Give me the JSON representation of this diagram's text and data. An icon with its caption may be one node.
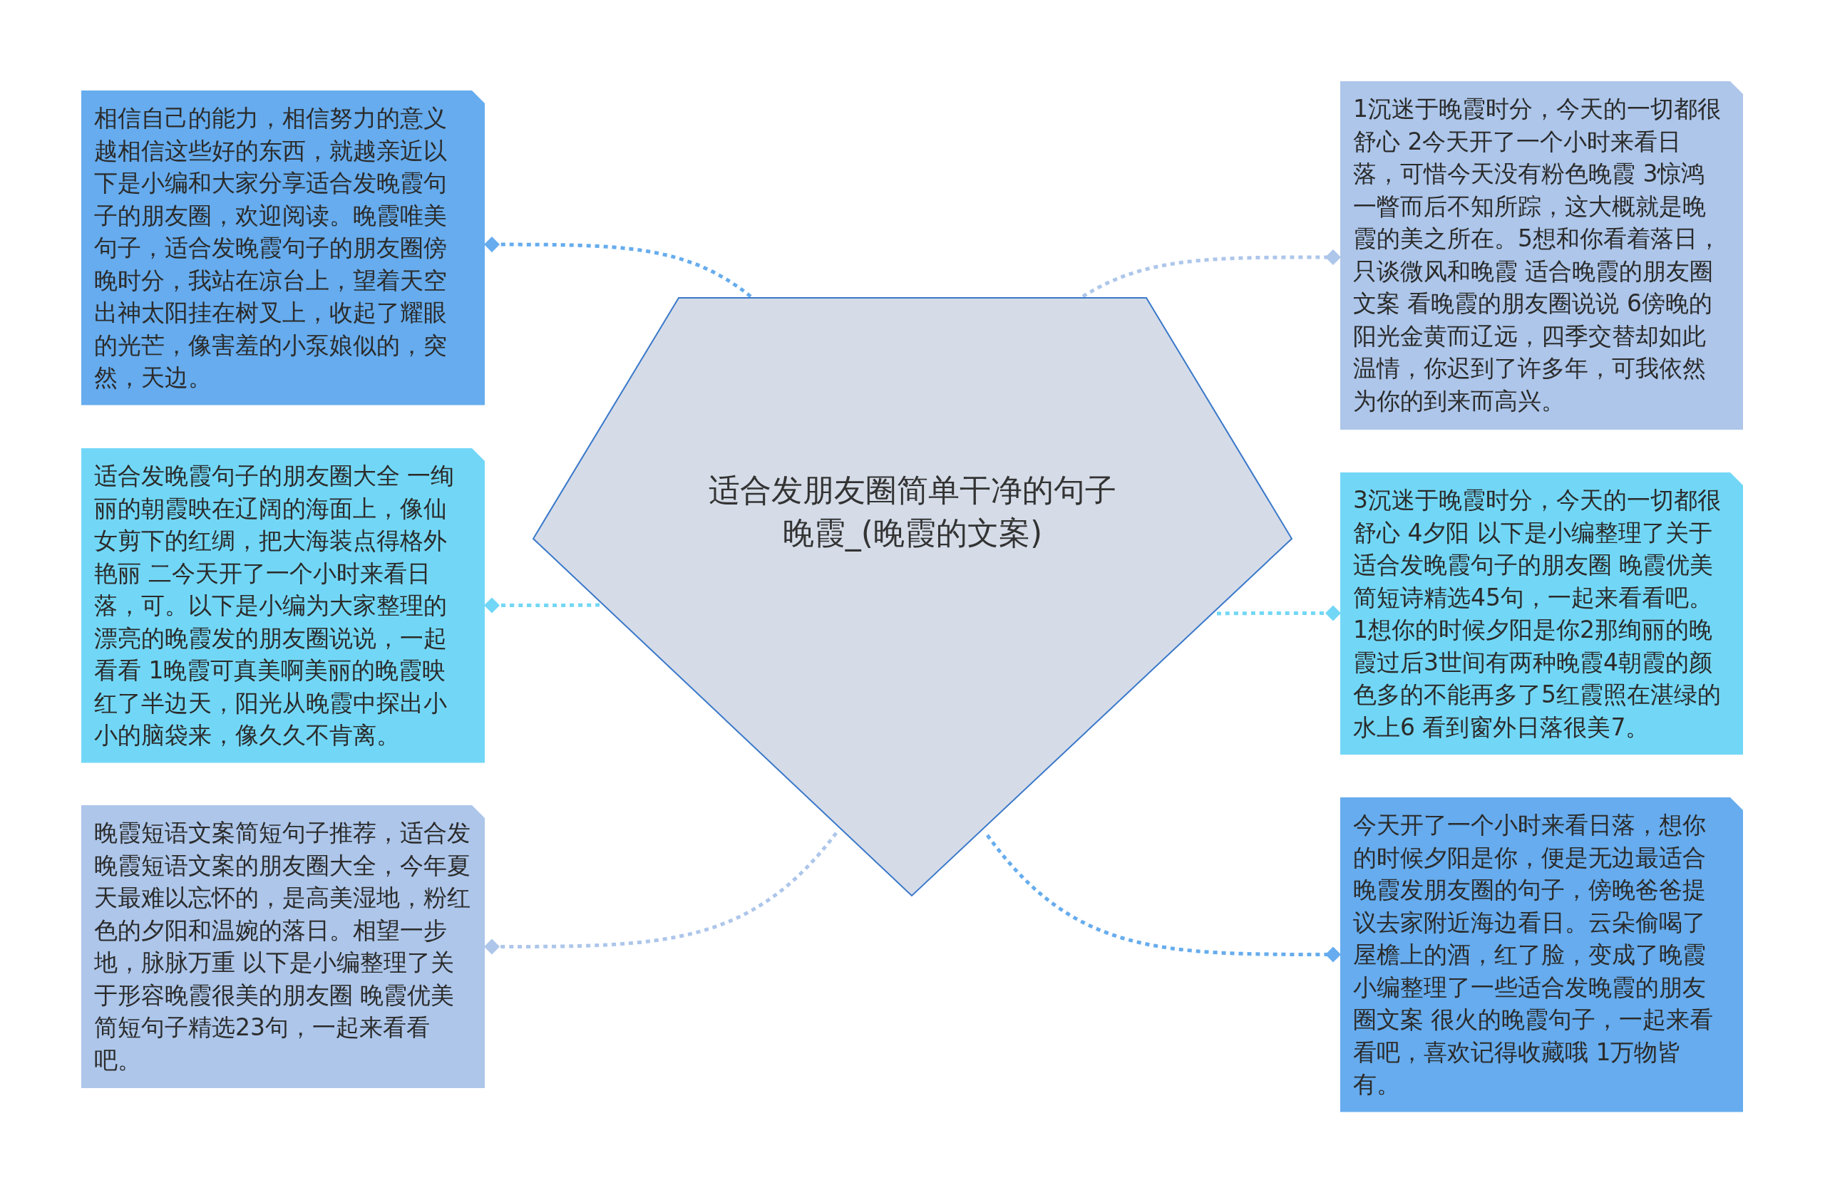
{
  "diagram": {
    "nodes": [
      {
        "text": [
          "适合发朋友圈简单干净的句子晚霞_(晚霞的文案)"
        ]
      },
      {
        "text": [
          "相信自己的能力，相信努力的意义越相信这些好的东西，就越亲近以下是小编和大家分享适合发晚霞句子的朋友圈，欢迎阅读。晚霞唯美句子，适合发晚霞句子的朋友圈傍晚时分，我站在凉台上，望着天空出神太阳挂在树叉上，收起了耀眼的光芒，像害羞的小泵娘似的，突然，天边。"
        ]
      },
      {
        "text": [
          "适合发晚霞句子的朋友圈大全 一绚丽的朝霞映在辽阔的海面上，像仙女剪下的红绸，把大海装点得格外艳丽 二今天开了一个小时来看日落，可。以下是小编为大家整理的漂亮的晚霞发的朋友圈说说，一起看看 1晚霞可真美啊美丽的晚霞映红了半边天，阳光从晚霞中探出小小的脑袋来，像久久不肯离。"
        ]
      },
      {
        "text": [
          "晚霞短语文案简短句子推荐，适合发晚霞短语文案的朋友圈大全，今年夏天最难以忘怀的，是高美湿地，粉红色的夕阳和温婉的落日。相望一步地，脉脉万重 以下是小编整理了关于形容晚霞很美的朋友圈 晚霞优美简短句子精选23句，一起来看看吧。"
        ]
      },
      {
        "text": [
          "1沉迷于晚霞时分，今天的一切都很舒心 2今天开了一个小时来看日落，可惜今天没有粉色晚霞 3惊鸿一瞥而后不知所踪，这大概就是晚霞的美之所在。5想和你看着落日，只谈微风和晚霞 适合晚霞的朋友圈文案 看晚霞的朋友圈说说 6傍晚的阳光金黄而辽远，四季交替却如此温情，你迟到了许多年，可我依然为你的到来而高兴。"
        ]
      },
      {
        "text": [
          "3沉迷于晚霞时分，今天的一切都很舒心 4夕阳 以下是小编整理了关于适合发晚霞句子的朋友圈 晚霞优美简短诗精选45句，一起来看看吧。1想你的时候夕阳是你2那绚丽的晚霞过后3世间有两种晚霞4朝霞的颜色多的不能再多了5红霞照在湛绿的水上6 看到窗外日落很美7。"
        ]
      },
      {
        "text": [
          "今天开了一个小时来看日落，想你的时候夕阳是你，便是无边最适合晚霞发朋友圈的句子，傍晚爸爸提议去家附近海边看日。云朵偷喝了屋檐上的酒，红了脸，变成了晚霞小编整理了一些适合发晚霞的朋友圈文案 很火的晚霞句子，一起来看看吧，喜欢记得收藏哦 1万物皆有。"
        ]
      }
    ],
    "edges": [
      {
        "from": 0,
        "to": 1,
        "arrow": "other",
        "color": "#66acee"
      },
      {
        "from": 0,
        "to": 2,
        "arrow": "other",
        "color": "#72d7f6"
      },
      {
        "from": 0,
        "to": 3,
        "arrow": "other",
        "color": "#adc6ea"
      },
      {
        "from": 0,
        "to": 4,
        "arrow": "other",
        "color": "#adc6ea"
      },
      {
        "from": 0,
        "to": 5,
        "arrow": "other",
        "color": "#72d7f6"
      },
      {
        "from": 0,
        "to": 6,
        "arrow": "other",
        "color": "#66acee"
      }
    ]
  }
}
